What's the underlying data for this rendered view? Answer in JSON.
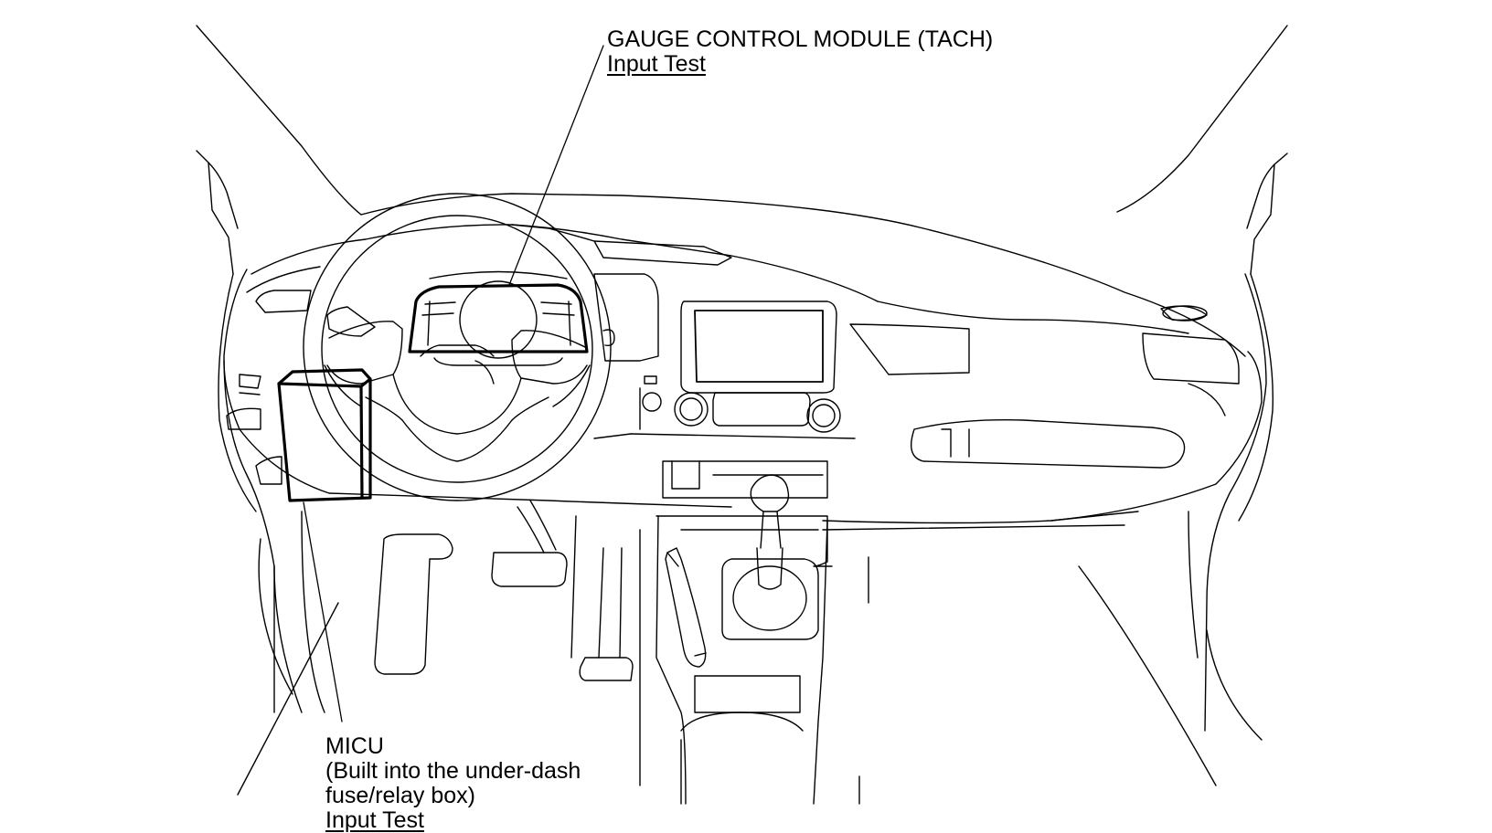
{
  "callouts": {
    "gauge": {
      "title": "GAUGE CONTROL MODULE (TACH)",
      "link": "Input Test"
    },
    "micu": {
      "title": "MICU",
      "line1": "(Built into the under-dash",
      "line2": "fuse/relay box)",
      "link": "Input Test"
    }
  },
  "colors": {
    "line": "#000000",
    "background": "#ffffff"
  }
}
